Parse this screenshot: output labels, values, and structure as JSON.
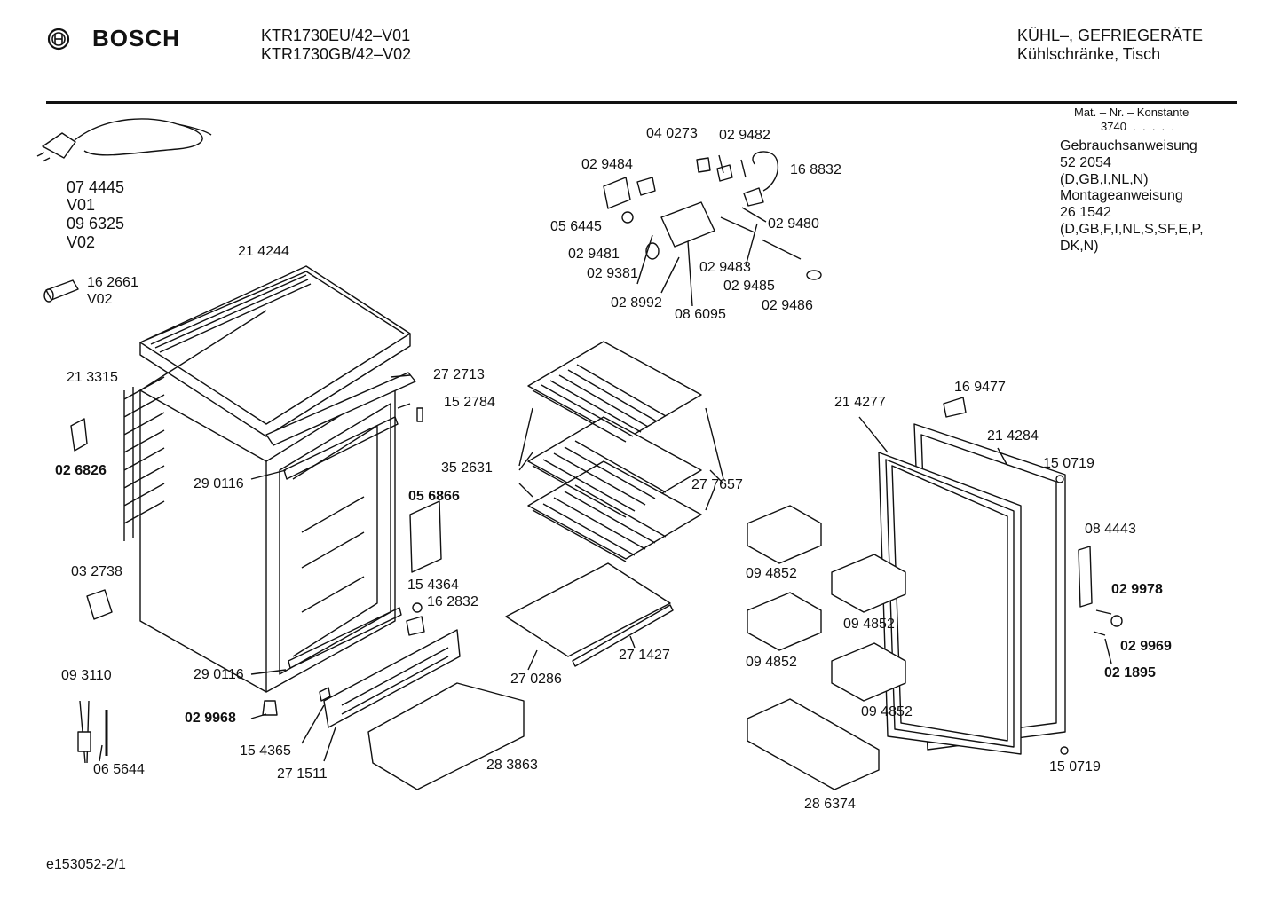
{
  "header": {
    "brand": "BOSCH",
    "models": [
      "KTR1730EU/42–V01",
      "KTR1730GB/42–V02"
    ],
    "category": [
      "KÜHL–, GEFRIEGERÄTE",
      "Kühlschränke, Tisch"
    ]
  },
  "info": {
    "mat_title": "Mat. – Nr. – Konstante",
    "mat_value": "3740  .  .  .  .  .",
    "lines": [
      "Gebrauchsanweisung",
      "52 2054",
      "(D,GB,I,NL,N)",
      "Montageanweisung",
      "26 1542",
      "(D,GB,F,I,NL,S,SF,E,P,",
      "DK,N)"
    ]
  },
  "cord": [
    "07 4445",
    "V01",
    "09 6325",
    "V02"
  ],
  "labels": [
    {
      "t": "21 4244",
      "b": false
    },
    {
      "t": "16 2661",
      "b": false
    },
    {
      "t": "V02",
      "b": false
    },
    {
      "t": "21 3315",
      "b": false
    },
    {
      "t": "02 6826",
      "b": true
    },
    {
      "t": "29 0116",
      "b": false
    },
    {
      "t": "27 2713",
      "b": false
    },
    {
      "t": "15 2784",
      "b": false
    },
    {
      "t": "05 6866",
      "b": true
    },
    {
      "t": "03 2738",
      "b": false
    },
    {
      "t": "15 4364",
      "b": false
    },
    {
      "t": "16 2832",
      "b": false
    },
    {
      "t": "29 0116",
      "b": false
    },
    {
      "t": "09 3110",
      "b": false
    },
    {
      "t": "02 9968",
      "b": true
    },
    {
      "t": "15 4365",
      "b": false
    },
    {
      "t": "06 5644",
      "b": false
    },
    {
      "t": "27 1511",
      "b": false
    },
    {
      "t": "28 3863",
      "b": false
    },
    {
      "t": "04 0273",
      "b": false
    },
    {
      "t": "02 9482",
      "b": false
    },
    {
      "t": "02 9484",
      "b": false
    },
    {
      "t": "16 8832",
      "b": false
    },
    {
      "t": "05 6445",
      "b": false
    },
    {
      "t": "02 9480",
      "b": false
    },
    {
      "t": "02 9481",
      "b": false
    },
    {
      "t": "02 9381",
      "b": false
    },
    {
      "t": "02 9483",
      "b": false
    },
    {
      "t": "02 9485",
      "b": false
    },
    {
      "t": "02 8992",
      "b": false
    },
    {
      "t": "08 6095",
      "b": false
    },
    {
      "t": "02 9486",
      "b": false
    },
    {
      "t": "35 2631",
      "b": false
    },
    {
      "t": "27 7657",
      "b": false
    },
    {
      "t": "27 1427",
      "b": false
    },
    {
      "t": "27 0286",
      "b": false
    },
    {
      "t": "16 9477",
      "b": false
    },
    {
      "t": "21 4277",
      "b": false
    },
    {
      "t": "21 4284",
      "b": false
    },
    {
      "t": "15 0719",
      "b": false
    },
    {
      "t": "08 4443",
      "b": false
    },
    {
      "t": "02 9978",
      "b": true
    },
    {
      "t": "02 9969",
      "b": true
    },
    {
      "t": "02 1895",
      "b": true
    },
    {
      "t": "15 0719",
      "b": false
    },
    {
      "t": "09 4852",
      "b": false
    },
    {
      "t": "09 4852",
      "b": false
    },
    {
      "t": "09 4852",
      "b": false
    },
    {
      "t": "09 4852",
      "b": false
    },
    {
      "t": "28 6374",
      "b": false
    }
  ],
  "footer": "e153052-2/1"
}
